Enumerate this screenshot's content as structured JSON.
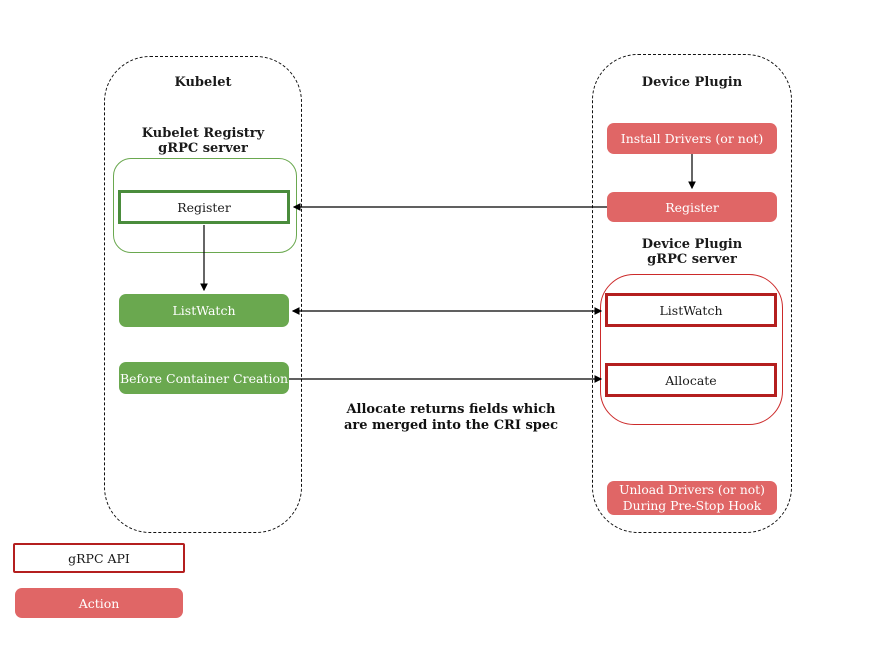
{
  "kubelet": {
    "title": "Kubelet",
    "registry_server_label": "Kubelet Registry\ngRPC server",
    "register": "Register",
    "listwatch": "ListWatch",
    "before_container_creation": "Before Container Creation"
  },
  "device_plugin": {
    "title": "Device Plugin",
    "install_drivers": "Install Drivers (or not)",
    "register": "Register",
    "grpc_server_label": "Device Plugin\ngRPC server",
    "listwatch": "ListWatch",
    "allocate": "Allocate",
    "unload_drivers": "Unload Drivers (or not)\nDuring Pre-Stop Hook"
  },
  "annotation": "Allocate returns fields which\nare merged into the CRI spec",
  "legend": {
    "grpc_api": "gRPC API",
    "action": "Action"
  },
  "colors": {
    "action_fill_red": "#e06666",
    "action_fill_green": "#6aa84f",
    "grpc_border_green": "#4a8c3c",
    "grpc_border_red": "#b41f1f",
    "group_border_red": "#cc2a2a",
    "group_border_green": "#6aa84f",
    "dashed_border": "#111111",
    "arrow": "#000000"
  }
}
